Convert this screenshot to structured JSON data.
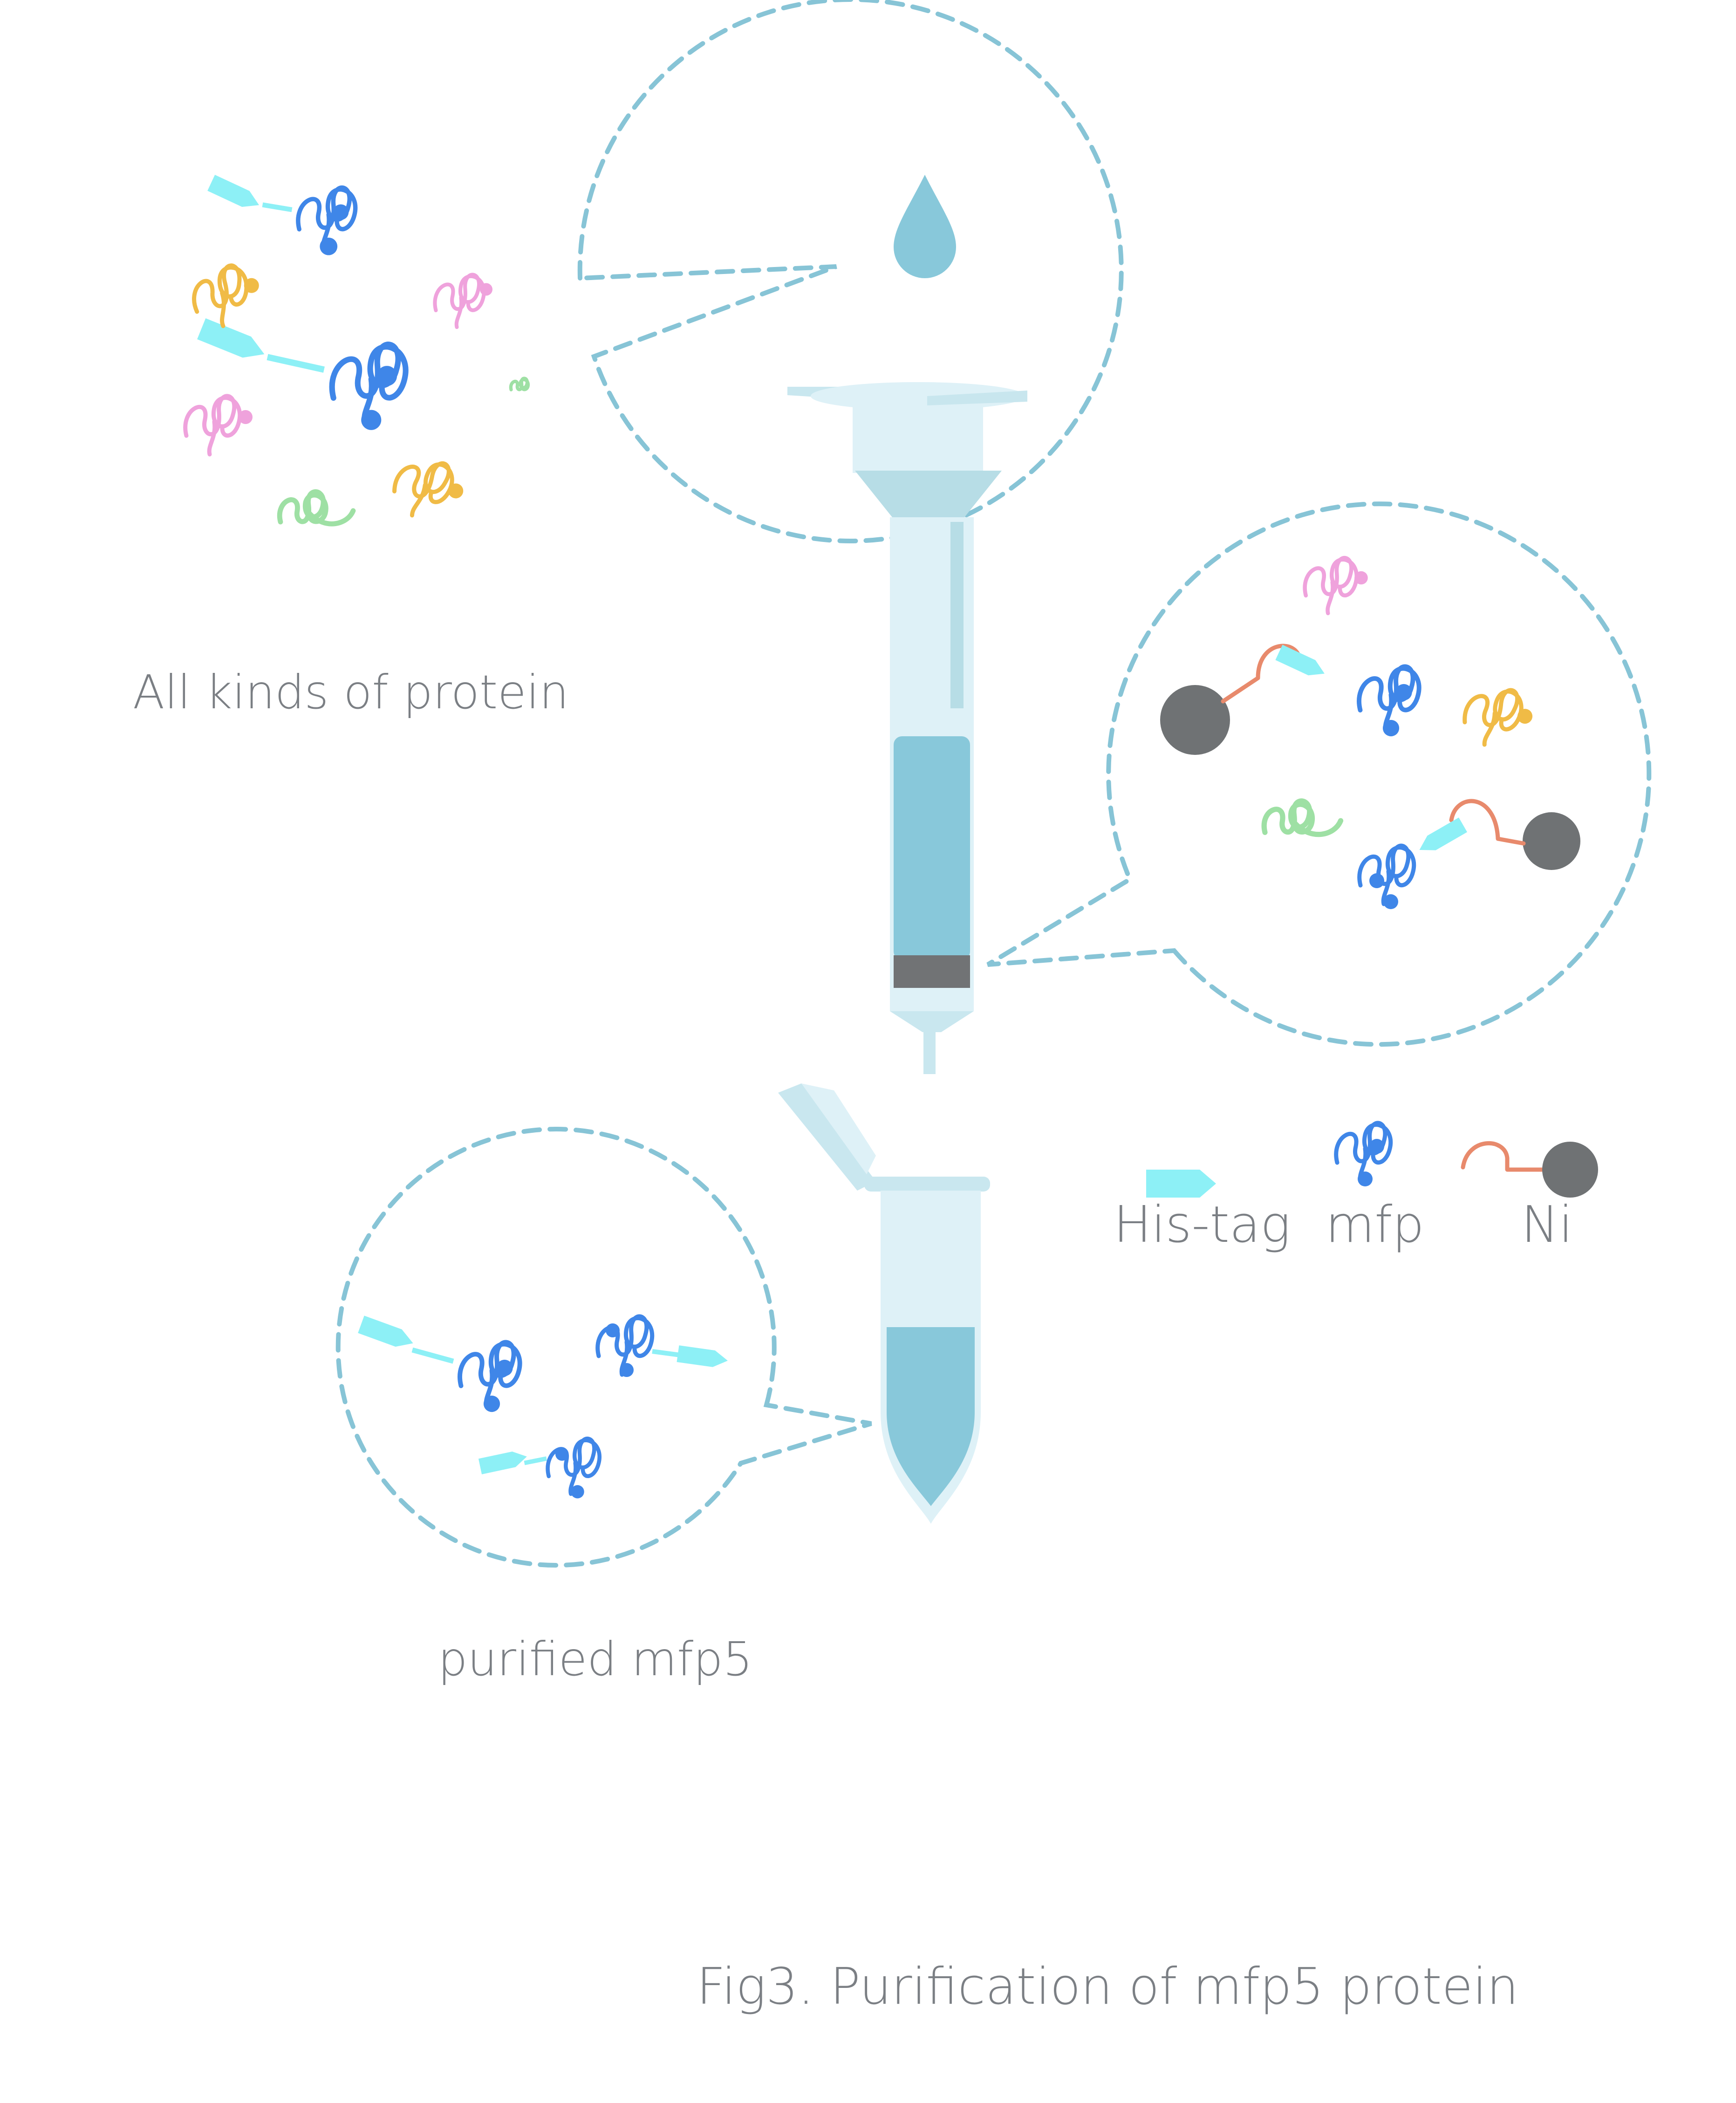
{
  "labels": {
    "mixture": "All kinds of protein",
    "product": "purified mfp5",
    "caption": "Fig3. Purification of mfp5 protein"
  },
  "legend": {
    "his_tag": "His-tag",
    "mfp": "mfp",
    "ni": "Ni"
  },
  "colors": {
    "dash_circle": "#87c4d6",
    "liquid": "#88c8da",
    "tube_light": "#def1f7",
    "tube_mid": "#b7dde6",
    "resin_filter": "#717375",
    "his_tag": "#8df0f6",
    "mfp": "#3f86e8",
    "ni_bead": "#6f7274",
    "ni_linker": "#e88a6c",
    "protein_yellow": "#f0bb46",
    "protein_pink": "#efa2dc",
    "protein_green": "#9ee0a4",
    "text": "#7b7f84"
  }
}
